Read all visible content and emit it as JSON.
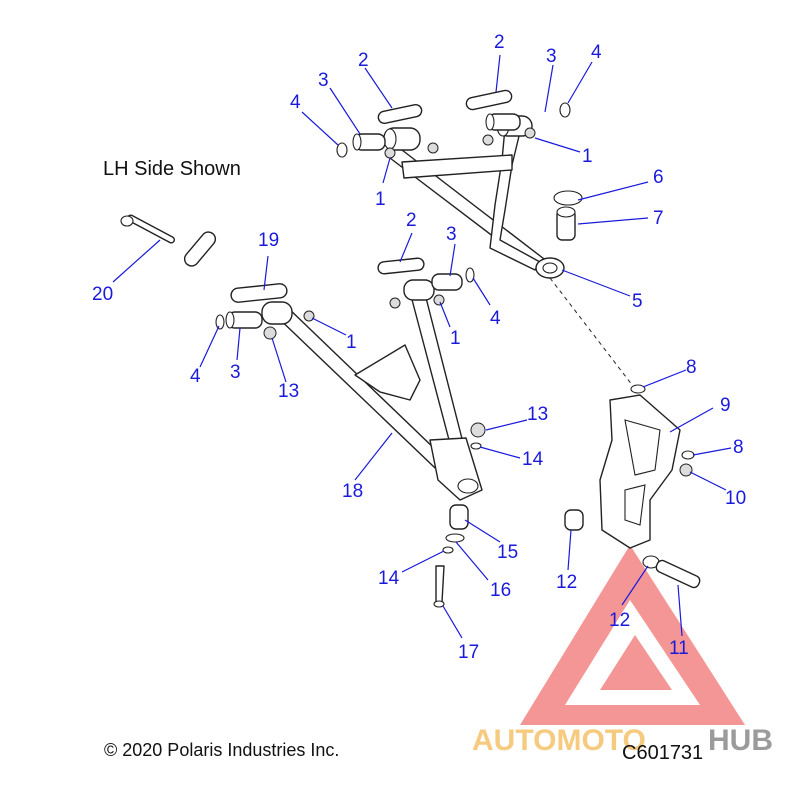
{
  "header": {
    "side_label": "LH Side Shown"
  },
  "footer": {
    "copyright": "© 2020 Polaris Industries Inc.",
    "drawing_id": "C601731"
  },
  "watermark": {
    "brand_left": "AUTOMOTO",
    "brand_right": "HUB",
    "color_left": "#f5c26b",
    "color_right": "#8a8a8a",
    "triangle_color": "#ef5b5b"
  },
  "callouts": [
    {
      "id": "c1a",
      "text": "1"
    },
    {
      "id": "c1b",
      "text": "1"
    },
    {
      "id": "c1c",
      "text": "1"
    },
    {
      "id": "c1d",
      "text": "1"
    },
    {
      "id": "c2a",
      "text": "2"
    },
    {
      "id": "c2b",
      "text": "2"
    },
    {
      "id": "c2c",
      "text": "2"
    },
    {
      "id": "c3a",
      "text": "3"
    },
    {
      "id": "c3b",
      "text": "3"
    },
    {
      "id": "c3c",
      "text": "3"
    },
    {
      "id": "c3d",
      "text": "3"
    },
    {
      "id": "c4a",
      "text": "4"
    },
    {
      "id": "c4b",
      "text": "4"
    },
    {
      "id": "c4c",
      "text": "4"
    },
    {
      "id": "c4d",
      "text": "4"
    },
    {
      "id": "c5",
      "text": "5"
    },
    {
      "id": "c6",
      "text": "6"
    },
    {
      "id": "c7",
      "text": "7"
    },
    {
      "id": "c8a",
      "text": "8"
    },
    {
      "id": "c8b",
      "text": "8"
    },
    {
      "id": "c9",
      "text": "9"
    },
    {
      "id": "c10",
      "text": "10"
    },
    {
      "id": "c11",
      "text": "11"
    },
    {
      "id": "c12a",
      "text": "12"
    },
    {
      "id": "c12b",
      "text": "12"
    },
    {
      "id": "c13a",
      "text": "13"
    },
    {
      "id": "c13b",
      "text": "13"
    },
    {
      "id": "c14a",
      "text": "14"
    },
    {
      "id": "c14b",
      "text": "14"
    },
    {
      "id": "c15",
      "text": "15"
    },
    {
      "id": "c16",
      "text": "16"
    },
    {
      "id": "c17",
      "text": "17"
    },
    {
      "id": "c18",
      "text": "18"
    },
    {
      "id": "c19",
      "text": "19"
    },
    {
      "id": "c20",
      "text": "20"
    }
  ]
}
